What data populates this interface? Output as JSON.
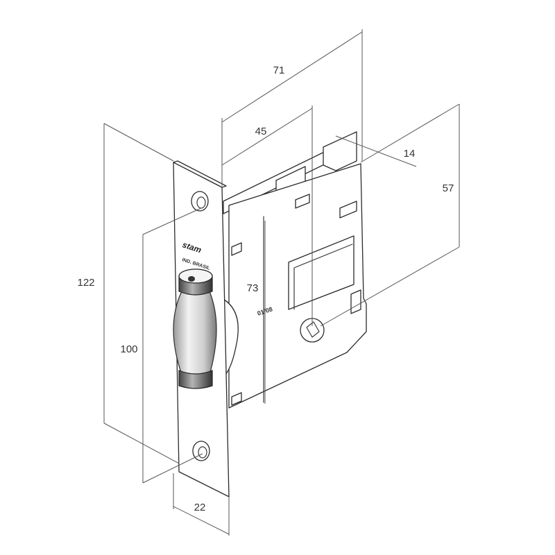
{
  "dimensions": {
    "width_71": "71",
    "depth_45": "45",
    "backset_14": "14",
    "height_57": "57",
    "plate_122": "122",
    "holes_100": "100",
    "body_73": "73",
    "plate_width_22": "22"
  },
  "markings": {
    "brand": "stam",
    "made_in": "IND. BRASIL",
    "code": "01/08"
  }
}
